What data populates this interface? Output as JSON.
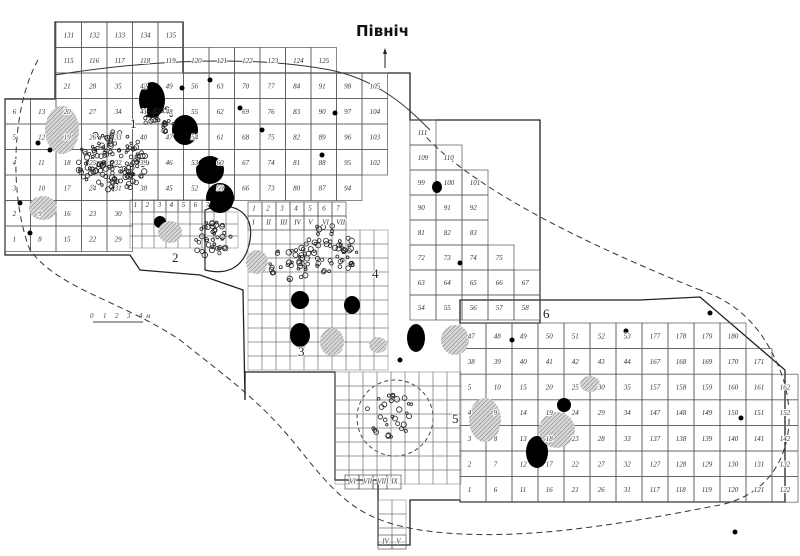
{
  "title": "Північ",
  "scale": {
    "ticks": [
      "0",
      "1",
      "2",
      "3",
      "4"
    ],
    "unit": "м"
  },
  "area_labels": [
    "1",
    "2",
    "3",
    "4",
    "5",
    "6"
  ],
  "grid_main": {
    "rows": [
      [
        "131",
        "132",
        "133",
        "134",
        "135"
      ],
      [
        "115",
        "116",
        "117",
        "118",
        "119",
        "120",
        "121",
        "122",
        "123",
        "124",
        "125"
      ],
      [
        "21",
        "28",
        "35",
        "42",
        "49",
        "56",
        "63",
        "70",
        "77",
        "84",
        "91",
        "98",
        "105"
      ],
      [
        "6",
        "13",
        "20",
        "27",
        "34",
        "41",
        "48",
        "55",
        "62",
        "69",
        "76",
        "83",
        "90",
        "97",
        "104"
      ],
      [
        "5",
        "12",
        "19",
        "26",
        "33",
        "40",
        "47",
        "54",
        "61",
        "68",
        "75",
        "82",
        "89",
        "96",
        "103"
      ],
      [
        "4",
        "11",
        "18",
        "25",
        "32",
        "39",
        "46",
        "53",
        "60",
        "67",
        "74",
        "81",
        "88",
        "95",
        "102"
      ],
      [
        "3",
        "10",
        "17",
        "24",
        "31",
        "38",
        "45",
        "52",
        "59",
        "66",
        "73",
        "80",
        "87",
        "94"
      ],
      [
        "2",
        "9",
        "16",
        "23",
        "30"
      ],
      [
        "1",
        "8",
        "15",
        "22",
        "29"
      ]
    ]
  },
  "grid_middle": {
    "rows": [
      [
        "111"
      ],
      [
        "109",
        "110"
      ],
      [
        "99",
        "100",
        "101"
      ],
      [
        "90",
        "91",
        "92"
      ],
      [
        "81",
        "82",
        "83"
      ],
      [
        "72",
        "73",
        "74",
        "75"
      ],
      [
        "63",
        "64",
        "65",
        "66",
        "67"
      ],
      [
        "54",
        "55",
        "56",
        "57",
        "58"
      ]
    ]
  },
  "grid_east": {
    "rows": [
      [
        "47",
        "48",
        "49",
        "50",
        "51",
        "52",
        "53",
        "177",
        "178",
        "179",
        "180"
      ],
      [
        "38",
        "39",
        "40",
        "41",
        "42",
        "43",
        "44",
        "167",
        "168",
        "169",
        "170",
        "171"
      ],
      [
        "5",
        "10",
        "15",
        "20",
        "25",
        "30",
        "35",
        "157",
        "158",
        "159",
        "160",
        "161",
        "162"
      ],
      [
        "4",
        "9",
        "14",
        "19",
        "24",
        "29",
        "34",
        "147",
        "148",
        "149",
        "150",
        "151",
        "152"
      ],
      [
        "3",
        "8",
        "13",
        "18",
        "23",
        "28",
        "33",
        "137",
        "138",
        "139",
        "140",
        "141",
        "142"
      ],
      [
        "2",
        "7",
        "12",
        "17",
        "22",
        "27",
        "32",
        "127",
        "128",
        "129",
        "130",
        "131",
        "132"
      ],
      [
        "1",
        "6",
        "11",
        "16",
        "21",
        "26",
        "31",
        "117",
        "118",
        "119",
        "120",
        "121",
        "122"
      ]
    ]
  },
  "grid_area2": {
    "rows": [
      [
        "1",
        "2",
        "3",
        "4",
        "5",
        "6",
        "7"
      ]
    ]
  },
  "grid_area3": {
    "rows": [
      [
        "1",
        "2",
        "3",
        "4",
        "5",
        "6",
        "7"
      ],
      [
        "I",
        "II",
        "III",
        "IV",
        "V",
        "VI",
        "VII"
      ]
    ]
  },
  "grid_area5": {
    "rows": [
      [
        "VI",
        "VII",
        "VIII",
        "IX"
      ]
    ]
  },
  "grid_strip": {
    "rows": [
      [
        "IV",
        "V"
      ]
    ]
  }
}
